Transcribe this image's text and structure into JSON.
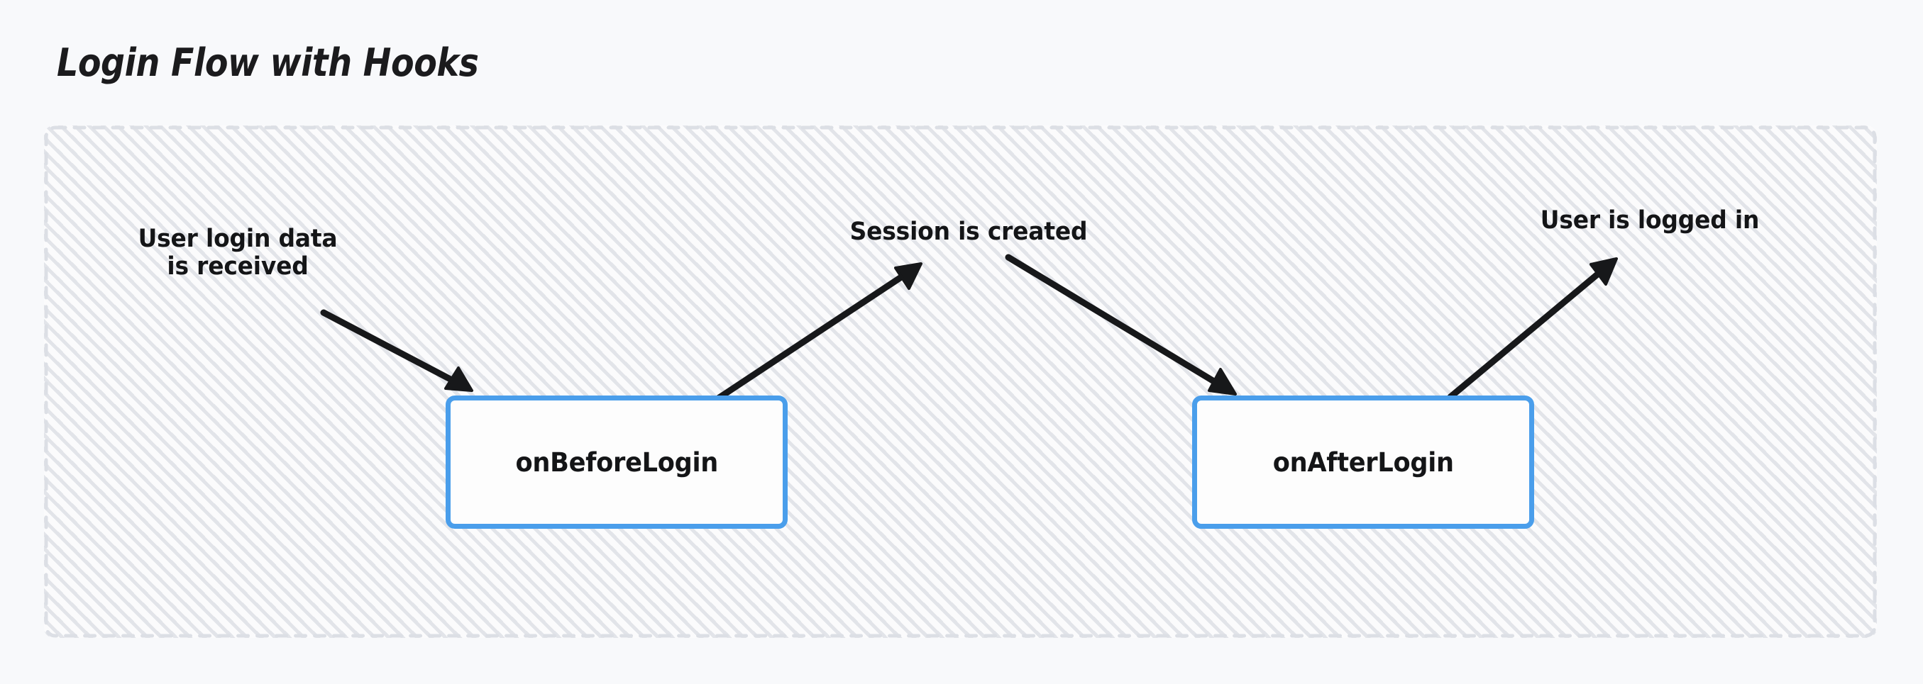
{
  "diagram": {
    "title": "Login Flow with Hooks",
    "type": "flow",
    "background_color": "#f8f9fb",
    "container": {
      "fill_color": "#fbfbfc",
      "border_color": "#dcdfe5",
      "border_style": "dashed",
      "hatch_color": "#cdd1d9"
    },
    "accent_color": "#4a9eeb",
    "text_color": "#141517",
    "arrow_color": "#17181a",
    "nodes": [
      {
        "id": "on-before-login",
        "label": "onBeforeLogin",
        "border_color": "#4a9eeb",
        "fill_color": "#fdfdfd"
      },
      {
        "id": "on-after-login",
        "label": "onAfterLogin",
        "border_color": "#4a9eeb",
        "fill_color": "#fdfdfd"
      }
    ],
    "edges": [
      {
        "id": "edge-input-to-before",
        "label": "User login data\nis received",
        "direction": "into-node",
        "target": "on-before-login"
      },
      {
        "id": "edge-before-to-session",
        "label": "Session is created",
        "direction": "out-of-node",
        "source": "on-before-login"
      },
      {
        "id": "edge-session-to-after",
        "label": "",
        "direction": "into-node",
        "target": "on-after-login"
      },
      {
        "id": "edge-after-to-logged-in",
        "label": "User is logged in",
        "direction": "out-of-node",
        "source": "on-after-login"
      }
    ]
  }
}
